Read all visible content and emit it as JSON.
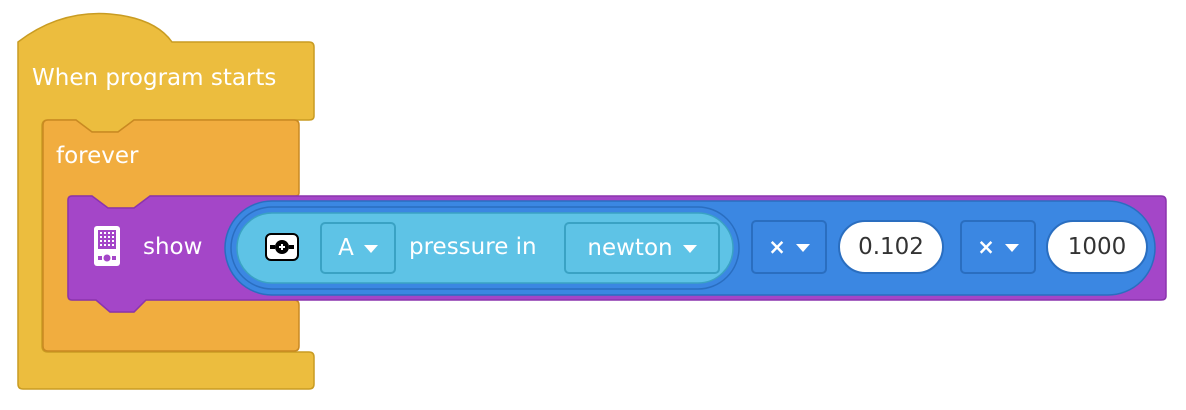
{
  "blocks": {
    "hat": {
      "label": "When program starts"
    },
    "forever": {
      "label": "forever"
    },
    "show": {
      "label": "show",
      "icon": "display-icon",
      "reporter": {
        "sensor_icon": "force-sensor-icon",
        "port": "A",
        "label": "pressure in",
        "unit": "newton",
        "operators": [
          {
            "symbol": "×",
            "value": "0.102"
          },
          {
            "symbol": "×",
            "value": "1000"
          }
        ]
      }
    }
  },
  "colors": {
    "events": "#ecbd3e",
    "control": "#f1ad3f",
    "display": "#a446c8",
    "operator": "#3b87e2",
    "sensor": "#5ec3e6"
  }
}
